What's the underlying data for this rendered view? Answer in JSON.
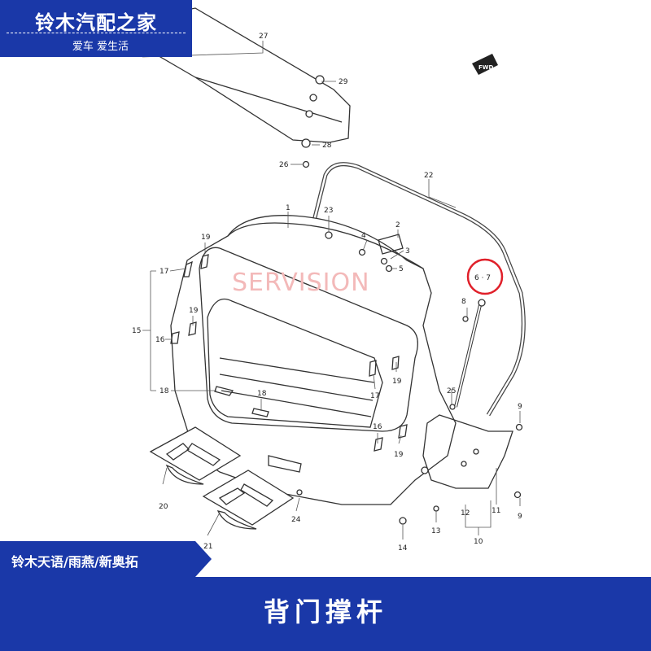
{
  "brand": {
    "title": "铃木汽配之家",
    "slogan": "爱车 爱生活"
  },
  "model_tag": "铃木天语/雨燕/新奥拓",
  "footer_title": "背门撑杆",
  "watermark": "SERVISION",
  "fwd_label": "FWD",
  "colors": {
    "banner": "#1a38a8",
    "highlight": "#e0202a",
    "line": "#333333"
  },
  "callouts": {
    "c27": "27",
    "c29": "29",
    "c28": "28",
    "c26": "26",
    "c22": "22",
    "c1": "1",
    "c23": "23",
    "c2": "2",
    "c4": "4",
    "c3": "3",
    "c5": "5",
    "c67": "6 · 7",
    "c8": "8",
    "c19a": "19",
    "c17a": "17",
    "c15": "15",
    "c19b": "19",
    "c16a": "16",
    "c18a": "18",
    "c18b": "18",
    "c19c": "19",
    "c17b": "17",
    "c25": "25",
    "c9a": "9",
    "c16b": "16",
    "c19d": "19",
    "c20": "20",
    "c21": "21",
    "c24": "24",
    "c13": "13",
    "c14": "14",
    "c12": "12",
    "c11": "11",
    "c10": "10",
    "c9b": "9"
  }
}
